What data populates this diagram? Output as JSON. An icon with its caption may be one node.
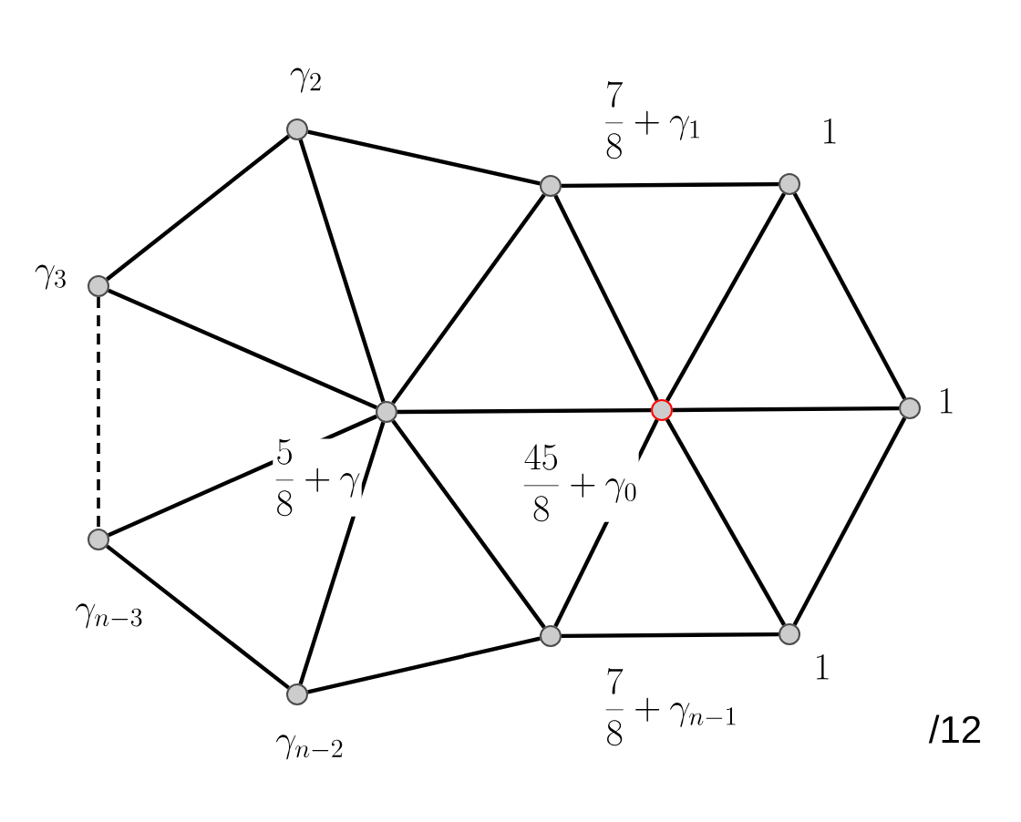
{
  "diagram": {
    "nodes": [
      {
        "text": [],
        "shape": "circle",
        "beside": [
          "\\gamma_2"
        ]
      },
      {
        "text": [],
        "shape": "circle",
        "beside": [
          "\\frac{7}{8}+\\gamma_1"
        ]
      },
      {
        "text": [],
        "shape": "circle",
        "beside": [
          "1"
        ]
      },
      {
        "text": [],
        "shape": "circle",
        "beside": [
          "\\gamma_3"
        ]
      },
      {
        "text": [],
        "shape": "circle",
        "beside": [
          "\\frac{5}{8}+\\gamma"
        ]
      },
      {
        "text": [],
        "shape": "circle",
        "beside": [
          "\\frac{45}{8}+\\gamma_0"
        ]
      },
      {
        "text": [],
        "shape": "circle",
        "beside": [
          "1"
        ]
      },
      {
        "text": [],
        "shape": "circle",
        "beside": [
          "\\gamma_{n-3}"
        ]
      },
      {
        "text": [],
        "shape": "circle",
        "beside": [
          "\\frac{7}{8}+\\gamma_{n-1}"
        ]
      },
      {
        "text": [],
        "shape": "circle",
        "beside": [
          "1"
        ]
      },
      {
        "text": [],
        "shape": "circle",
        "beside": [
          "\\gamma_{n-2}"
        ]
      }
    ],
    "edges": [
      {
        "from": 0,
        "to": 1,
        "arrow": "none"
      },
      {
        "from": 0,
        "to": 3,
        "arrow": "none"
      },
      {
        "from": 0,
        "to": 4,
        "arrow": "none"
      },
      {
        "from": 1,
        "to": 2,
        "arrow": "none"
      },
      {
        "from": 1,
        "to": 4,
        "arrow": "none"
      },
      {
        "from": 1,
        "to": 5,
        "arrow": "none"
      },
      {
        "from": 2,
        "to": 5,
        "arrow": "none"
      },
      {
        "from": 2,
        "to": 6,
        "arrow": "none"
      },
      {
        "from": 3,
        "to": 4,
        "arrow": "none"
      },
      {
        "from": 3,
        "to": 7,
        "arrow": "none",
        "style": "dashed"
      },
      {
        "from": 4,
        "to": 5,
        "arrow": "none"
      },
      {
        "from": 4,
        "to": 7,
        "arrow": "none"
      },
      {
        "from": 4,
        "to": 8,
        "arrow": "none"
      },
      {
        "from": 4,
        "to": 10,
        "arrow": "none"
      },
      {
        "from": 5,
        "to": 6,
        "arrow": "none"
      },
      {
        "from": 5,
        "to": 8,
        "arrow": "none"
      },
      {
        "from": 5,
        "to": 9,
        "arrow": "none"
      },
      {
        "from": 6,
        "to": 9,
        "arrow": "none"
      },
      {
        "from": 7,
        "to": 10,
        "arrow": "none"
      },
      {
        "from": 8,
        "to": 9,
        "arrow": "none"
      },
      {
        "from": 8,
        "to": 10,
        "arrow": "none"
      }
    ],
    "labels": [
      "/12"
    ]
  }
}
